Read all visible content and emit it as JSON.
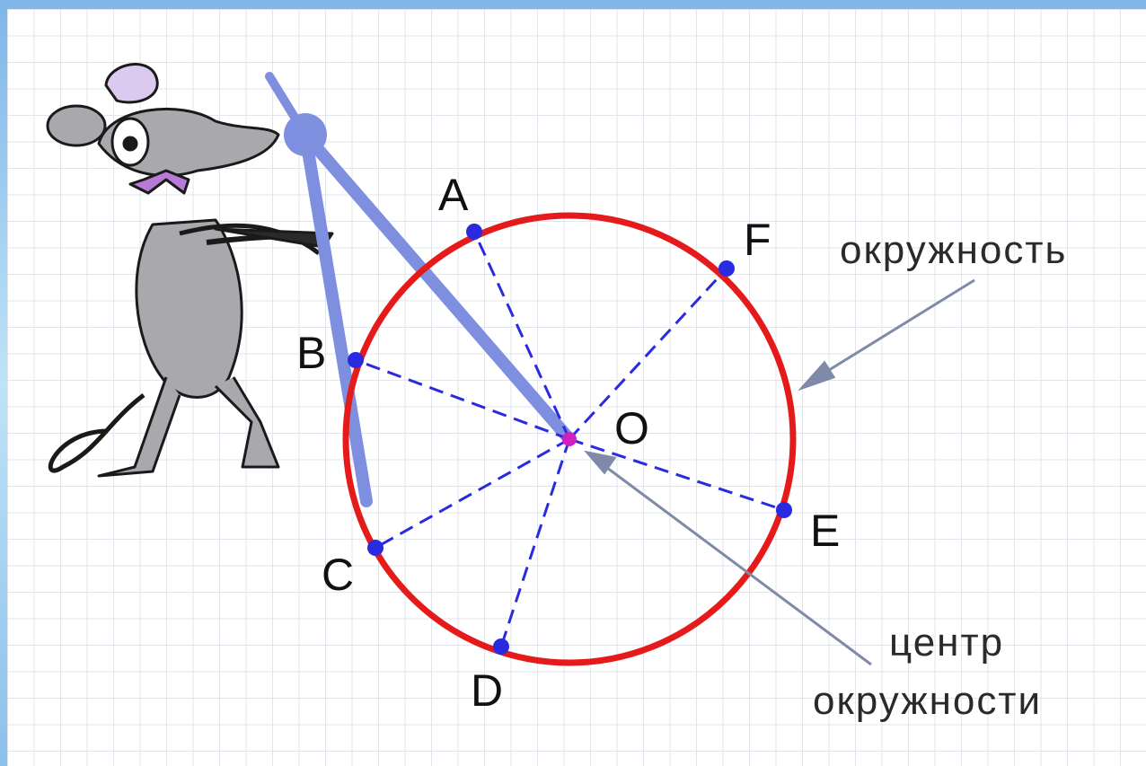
{
  "points": {
    "A": "A",
    "B": "B",
    "C": "C",
    "D": "D",
    "E": "E",
    "F": "F",
    "O": "O"
  },
  "labels": {
    "circle": "окружность",
    "center_line1": "центр",
    "center_line2": "окружности"
  },
  "colors": {
    "circle": "#e51b1b",
    "radius": "#2a2ae0",
    "compass": "#7f8fe0",
    "arrow": "#7f8aa8",
    "center": "#d020c0"
  },
  "icons": [
    "mouse-character",
    "compass-icon"
  ]
}
